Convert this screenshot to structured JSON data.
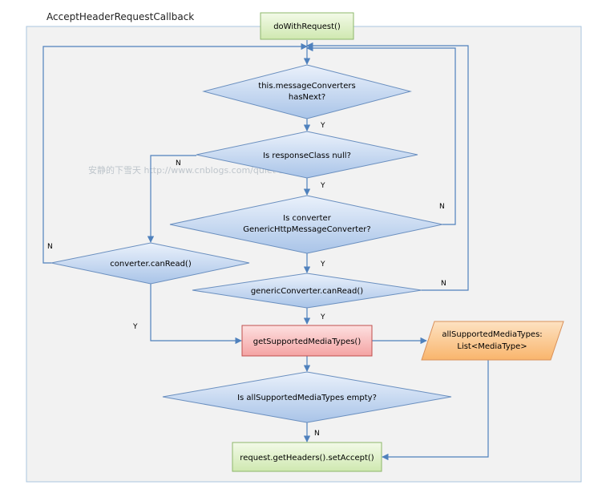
{
  "container": {
    "title": "AcceptHeaderRequestCallback"
  },
  "watermark": "安静的下雪天  http://www.cnblogs.com/quiet-snowy-day",
  "nodes": {
    "start": "doWithRequest()",
    "has_next_line1": "this.messageConverters",
    "has_next_line2": "hasNext?",
    "response_class_null": "Is  responseClass null?",
    "is_generic_line1": "Is converter",
    "is_generic_line2": "GenericHttpMessageConverter?",
    "converter_can_read": "converter.canRead()",
    "generic_can_read": "genericConverter.canRead()",
    "get_supported": "getSupportedMediaTypes()",
    "all_supported_line1": "allSupportedMediaTypes:",
    "all_supported_line2": "List<MediaType>",
    "is_empty": "Is allSupportedMediaTypes empty?",
    "set_accept": "request.getHeaders().setAccept()"
  },
  "edge_labels": {
    "has_next_yes": "Y",
    "null_no": "N",
    "null_yes": "Y",
    "generic_no": "N",
    "generic_yes": "Y",
    "canread_no": "N",
    "canread_yes": "Y",
    "generic_canread_no": "N",
    "generic_canread_yes": "Y",
    "empty_no": "N"
  },
  "colors": {
    "container_fill": "#f2f2f2",
    "container_border": "#a9c6df",
    "edge": "#4f81bd",
    "diamond_stroke": "#6a8fbf",
    "green_fill": "#e6f4d2",
    "green_stroke": "#8db76b",
    "red_fill": "#f9c0c0",
    "red_stroke": "#c0504d",
    "orange_fill": "#fbc994",
    "orange_stroke": "#d9915a"
  }
}
